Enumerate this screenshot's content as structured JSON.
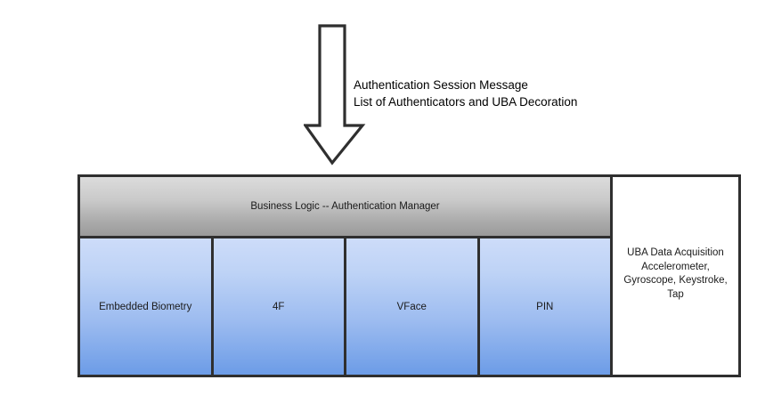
{
  "diagram": {
    "arrow": {
      "name": "downward-flow-arrow",
      "direction": "down",
      "stroke_color": "#2f2f2f",
      "fill_color": "#ffffff"
    },
    "arrow_label": {
      "line1": "Authentication Session Message",
      "line2": "List of Authenticators and UBA Decoration"
    },
    "business_logic_bar": {
      "label": "Business Logic -- Authentication Manager",
      "gradient_top": "#dcdcdc",
      "gradient_bottom": "#9a9a9a"
    },
    "authenticators": [
      {
        "label": "Embedded Biometry"
      },
      {
        "label": "4F"
      },
      {
        "label": "VFace"
      },
      {
        "label": "PIN"
      }
    ],
    "authenticator_style": {
      "gradient_top": "#cddcf9",
      "gradient_bottom": "#6c9ce7"
    },
    "uba_panel": {
      "text": "UBA Data Acquisition\nAccelerometer,\nGyroscope, Keystroke,\nTap",
      "background": "#ffffff"
    },
    "border_color": "#2f2f2f"
  }
}
